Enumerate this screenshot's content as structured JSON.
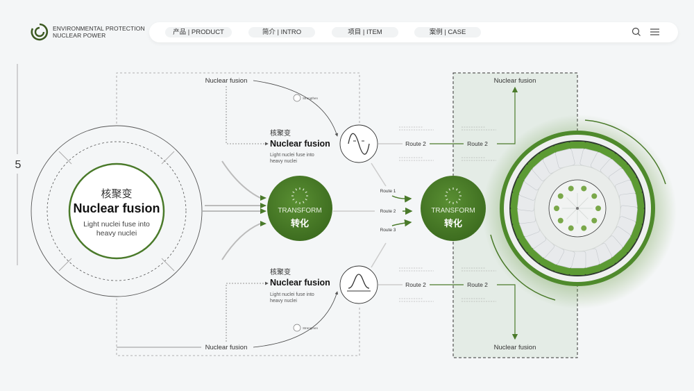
{
  "brand": {
    "line1": "ENVIRONMENTAL PROTECTION",
    "line2": "NUCLEAR POWER"
  },
  "nav": {
    "items": [
      {
        "label": "产品 | PRODUCT"
      },
      {
        "label": "简介 | INTRO"
      },
      {
        "label": "项目 | ITEM"
      },
      {
        "label": "案例 | CASE"
      }
    ],
    "icons": [
      "search-icon",
      "menu-icon"
    ]
  },
  "side": {
    "number": "5"
  },
  "colors": {
    "accent": "#4a7a2a",
    "panel": "#e6ede8",
    "background": "#f4f6f7"
  },
  "main_node": {
    "cn": "核聚变",
    "en": "Nuclear fusion",
    "desc1": "Light nuclei fuse into",
    "desc2": "heavy nuclei"
  },
  "top_branch": {
    "top_label": "Nuclear fusion",
    "strengthen": "Strengthen",
    "cn": "核聚变",
    "en": "Nuclear fusion",
    "desc1": "Light nuclei fuse into",
    "desc2": "heavy nuclei",
    "route_a": "Route 2",
    "route_b": "Route 2"
  },
  "bottom_branch": {
    "bottom_label": "Nuclear fusion",
    "strengthen": "Strengthen",
    "cn": "核聚变",
    "en": "Nuclear fusion",
    "desc1": "Light nuclei fuse into",
    "desc2": "heavy nuclei",
    "route_a": "Route 2",
    "route_b": "Route 2"
  },
  "transform1": {
    "en": "TRANSFORM",
    "cn": "转化"
  },
  "transform2": {
    "en": "TRANSFORM",
    "cn": "转化"
  },
  "routes": {
    "r1": "Route 1",
    "r2": "Route 2",
    "r3": "Route 3"
  },
  "panel": {
    "top": "Nuclear fusion",
    "bottom": "Nuclear fusion"
  }
}
